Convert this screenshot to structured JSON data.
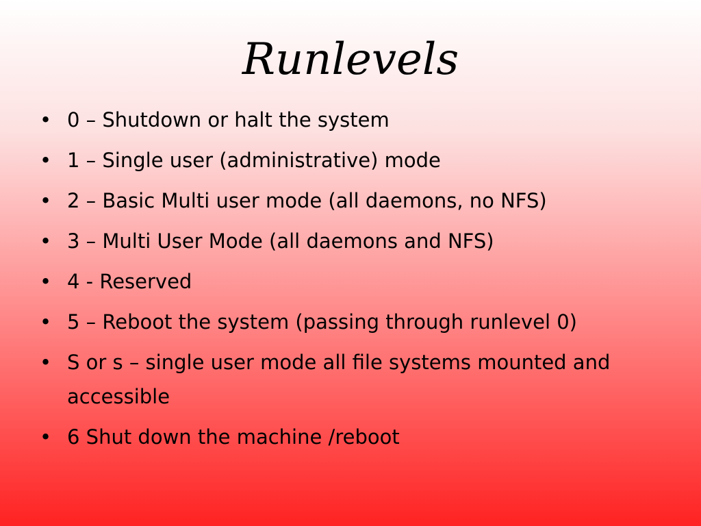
{
  "title": "Runlevels",
  "bullet": "•",
  "items": [
    "0 – Shutdown or halt the system",
    "1 – Single user (administrative) mode",
    "2 – Basic Multi user mode (all daemons, no NFS)",
    "3 – Multi User Mode (all daemons and NFS)",
    "4 - Reserved",
    "5 – Reboot the system (passing through runlevel 0)",
    "S or s – single user mode all file systems mounted and accessible",
    "6 Shut down the machine /reboot"
  ]
}
